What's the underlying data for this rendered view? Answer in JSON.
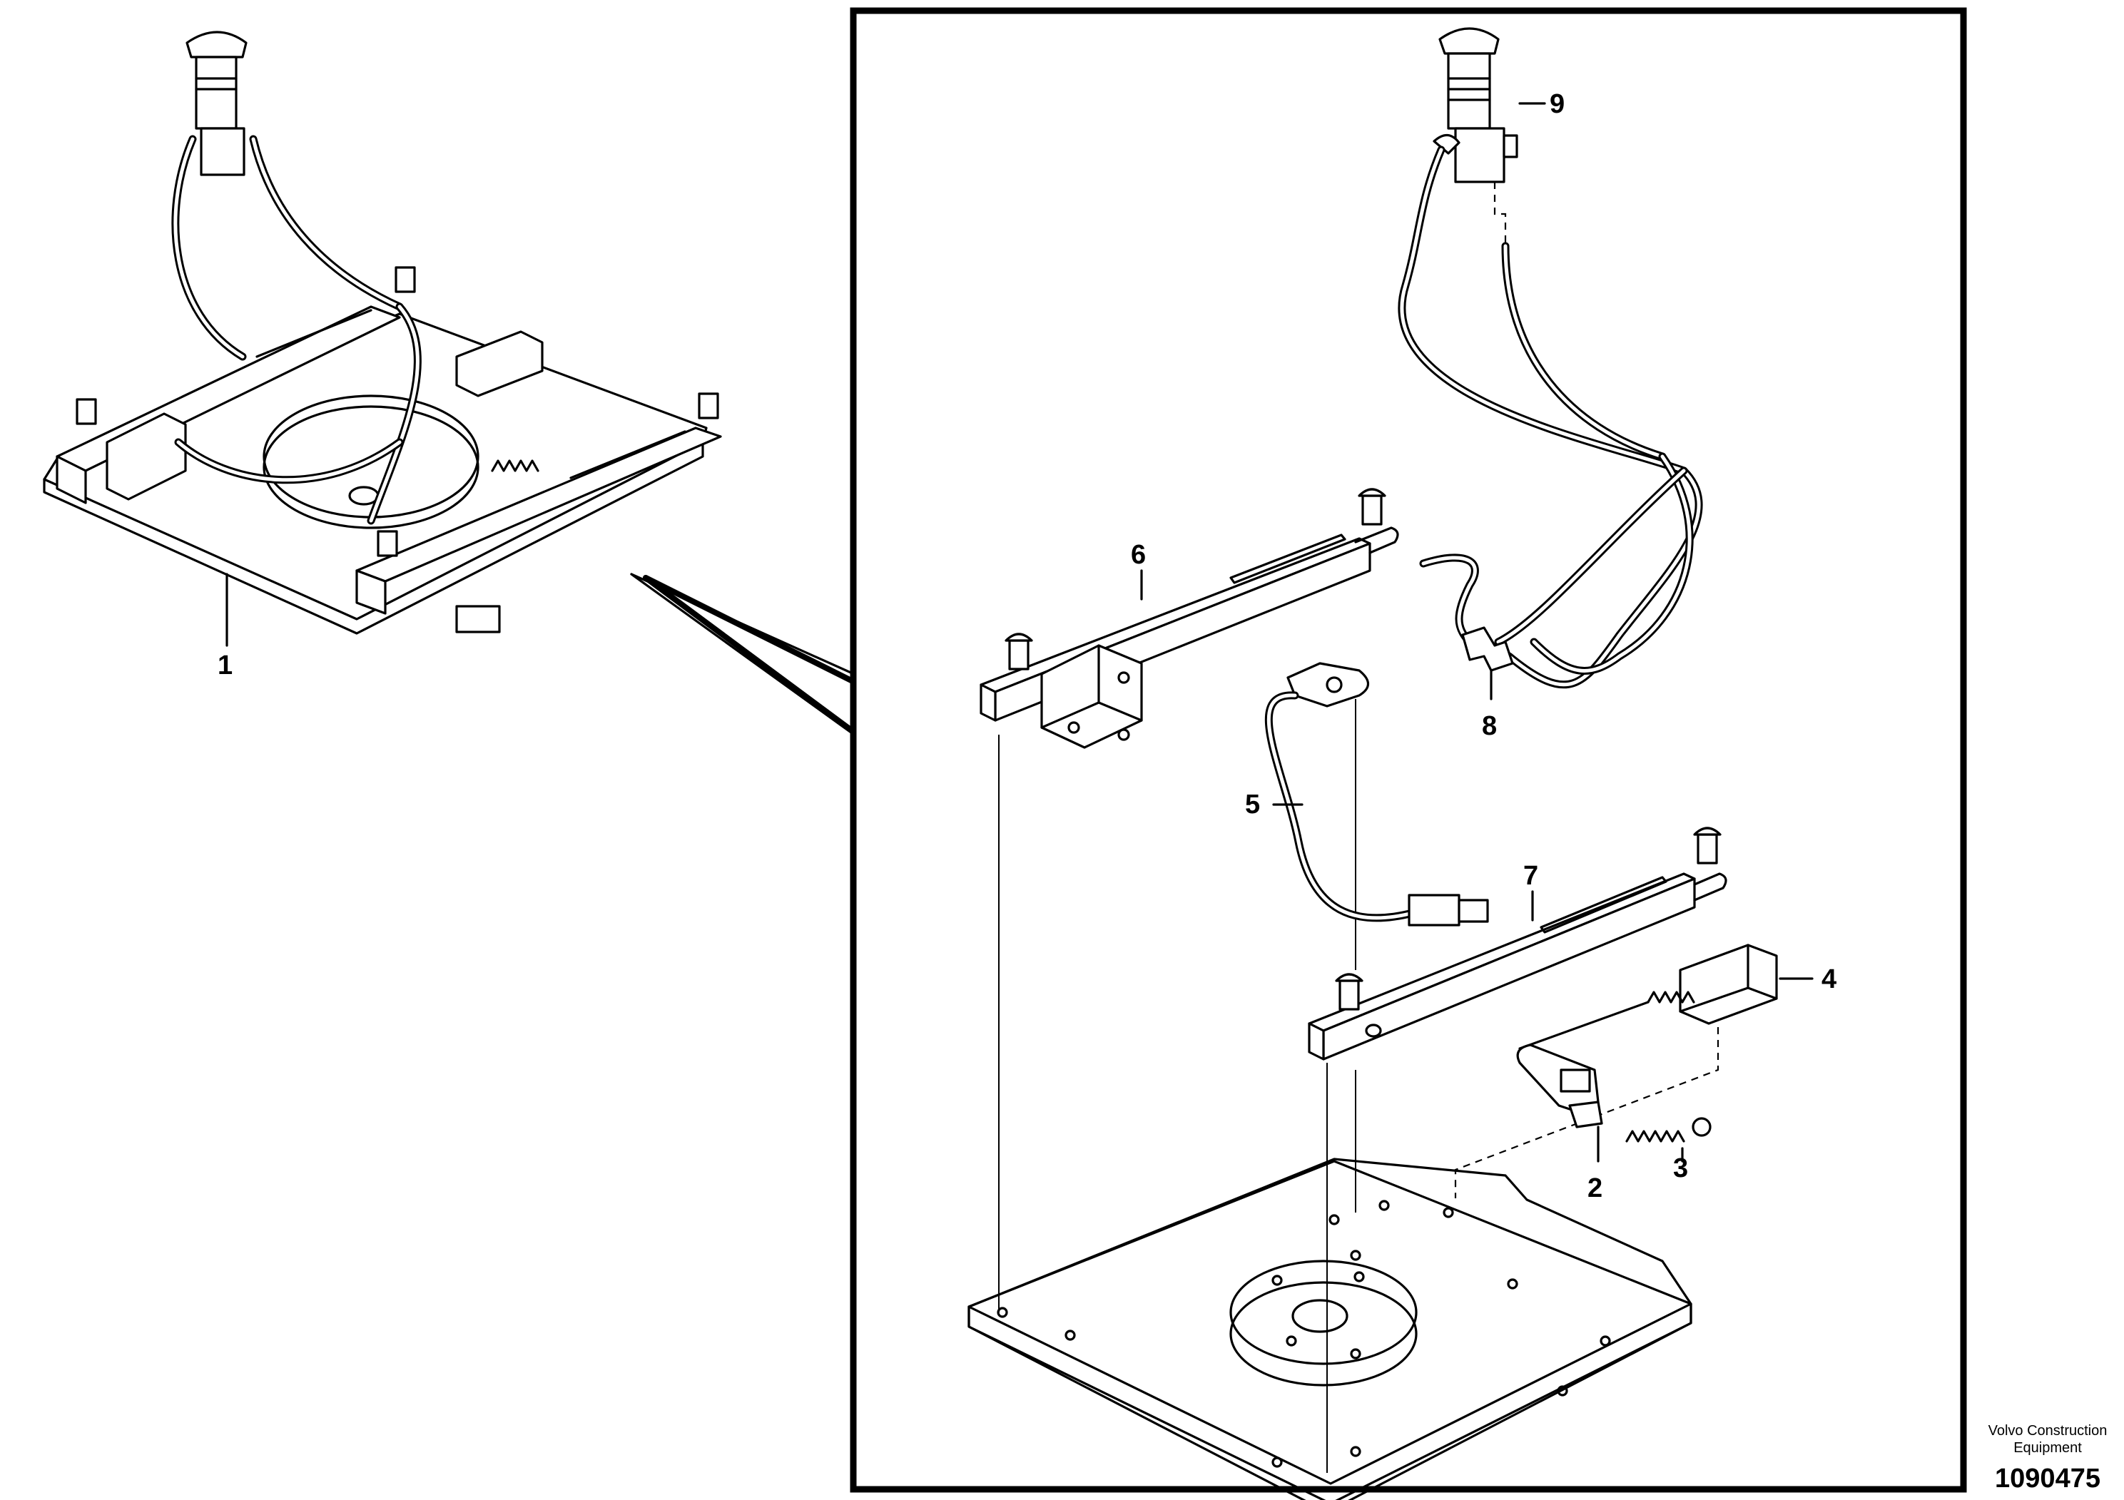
{
  "callouts": {
    "c1": "1",
    "c2": "2",
    "c3": "3",
    "c4": "4",
    "c5": "5",
    "c6": "6",
    "c7": "7",
    "c8": "8",
    "c9": "9"
  },
  "footer": {
    "brand_line1": "Volvo Construction",
    "brand_line2": "Equipment",
    "doc_number": "1090475"
  }
}
